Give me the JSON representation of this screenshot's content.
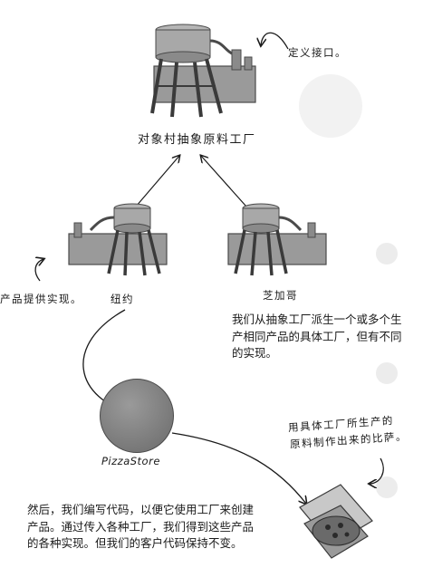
{
  "labels": {
    "define_interface": "定义接口。",
    "abstract_factory": "对象村抽象原料工厂",
    "products_impl": "产品提供实现。",
    "new_york": "纽约",
    "chicago": "芝加哥",
    "pizza_store": "PizzaStore",
    "pizza_note_line1": "用具体工厂所生产的",
    "pizza_note_line2": "原料制作出来的比萨。"
  },
  "paragraphs": {
    "concrete_factories": "我们从抽象工厂派生一个或多个生产相同产品的具体工厂，但有不同的实现。",
    "client_code": "然后，我们编写代码，以便它使用工厂来创建产品。通过传入各种工厂，我们得到这些产品的各种实现。但我们的客户代码保持不变。"
  },
  "colors": {
    "factory_fill": "#9a9a9a",
    "factory_dark": "#4a4a4a",
    "pizza_store_fill": "#7a7a7a",
    "ghost_text": "#e6e6e6"
  }
}
